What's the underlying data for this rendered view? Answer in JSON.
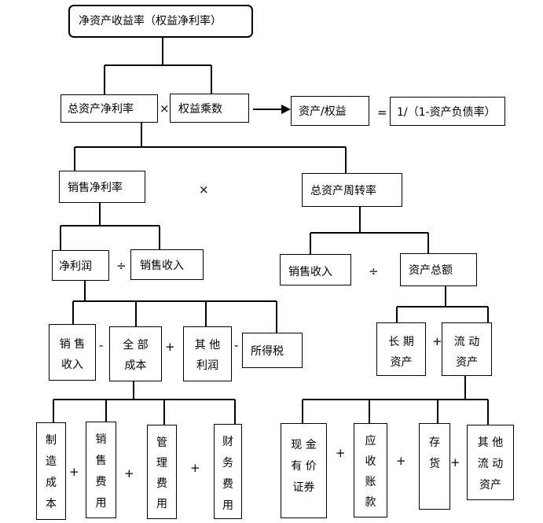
{
  "nodes": {
    "roe": "净资产收益率（权益净利率）",
    "roa": "总资产净利率",
    "equity_multiplier": "权益乘数",
    "assets_over_equity": "资产/权益",
    "debt_ratio_formula": "1/（1-资产负债率）",
    "net_profit_margin": "销售净利率",
    "total_asset_turnover": "总资产周转率",
    "net_profit": "净利润",
    "sales_revenue_left": "销售收入",
    "sales_revenue_right": "销售收入",
    "total_assets": "资产总额",
    "sales_revenue_bottom": {
      "line1": "销 售",
      "line2": "收入"
    },
    "total_cost": {
      "line1": "全 部",
      "line2": "成本"
    },
    "other_profit": {
      "line1": "其 他",
      "line2": "利润"
    },
    "income_tax": "所得税",
    "long_term_assets": {
      "line1": "长 期",
      "line2": "资产"
    },
    "current_assets": {
      "line1": "流 动",
      "line2": "资产"
    },
    "manufacturing_cost": [
      "制",
      "造",
      "成",
      "本"
    ],
    "selling_expense": [
      "销",
      "售",
      "费",
      "用"
    ],
    "admin_expense": [
      "管",
      "理",
      "费",
      "用"
    ],
    "financial_expense": [
      "财",
      "务",
      "费",
      "用"
    ],
    "cash_securities": {
      "line1": "现 金",
      "line2": "有 价",
      "line3": "证券"
    },
    "receivables": [
      "应",
      "收",
      "账",
      "款"
    ],
    "inventory": [
      "存",
      "货"
    ],
    "other_current_assets": {
      "line1": "其 他",
      "line2": "流 动",
      "line3": "资产"
    }
  },
  "operators": {
    "times": "×",
    "arrow": "→",
    "equals": "=",
    "divide": "÷",
    "plus": "+",
    "minus": "-"
  }
}
